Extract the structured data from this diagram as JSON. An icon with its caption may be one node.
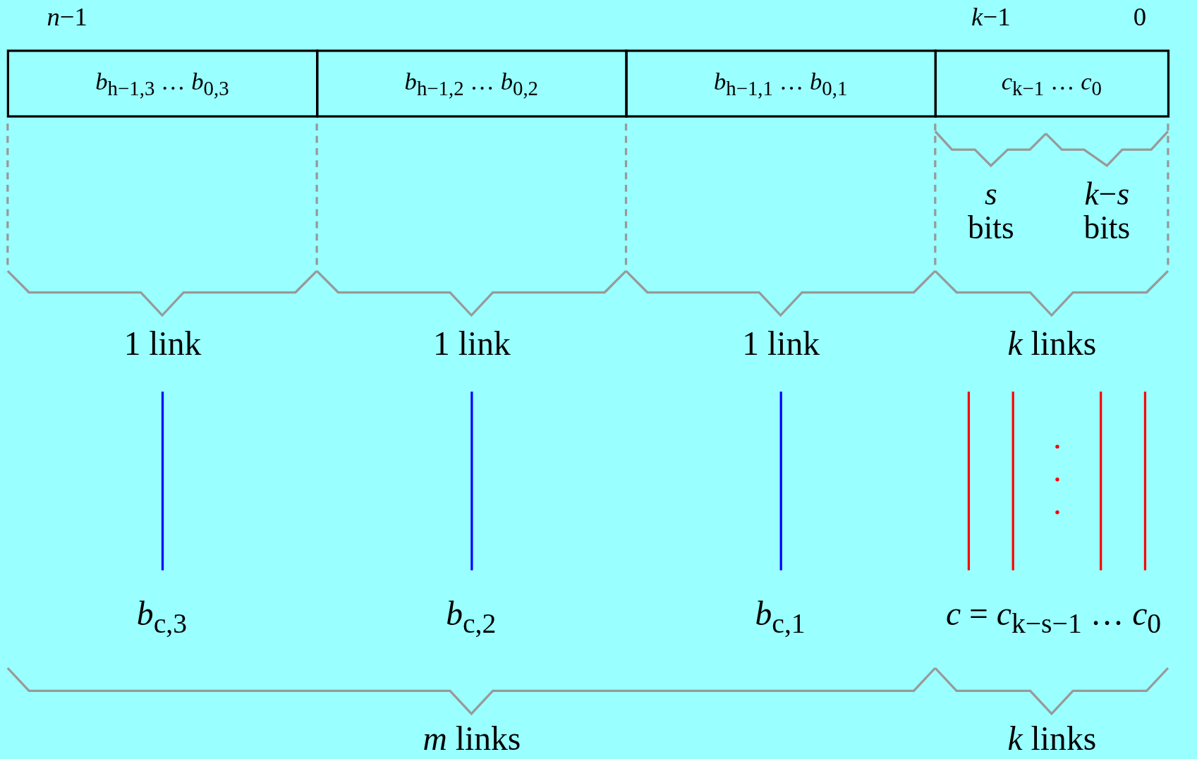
{
  "diagram": {
    "nodes": [
      {
        "text": [
          "*b*$_{h−1,3}$ … *b*$_{0,3}$"
        ]
      },
      {
        "text": [
          "*b*$_{h−1,2}$ … *b*$_{0,2}$"
        ]
      },
      {
        "text": [
          "*b*$_{h−1,1}$ … *b*$_{0,1}$"
        ]
      },
      {
        "text": [
          "*c*$_{k−1}$ … *c*$_{0}$"
        ]
      }
    ],
    "edges": [],
    "labels": [
      "*n*−1",
      "*k*−1",
      "0",
      "*s* bits",
      "*k*−*s* bits",
      "1 link",
      "1 link",
      "1 link",
      "*k* links",
      "*b*$_{c,3}$",
      "*b*$_{c,2}$",
      "*b*$_{c,1}$",
      "*c* = *c*$_{k−s−1}$ … *c*$_{0}$",
      "*m* links",
      "*k* links"
    ]
  }
}
